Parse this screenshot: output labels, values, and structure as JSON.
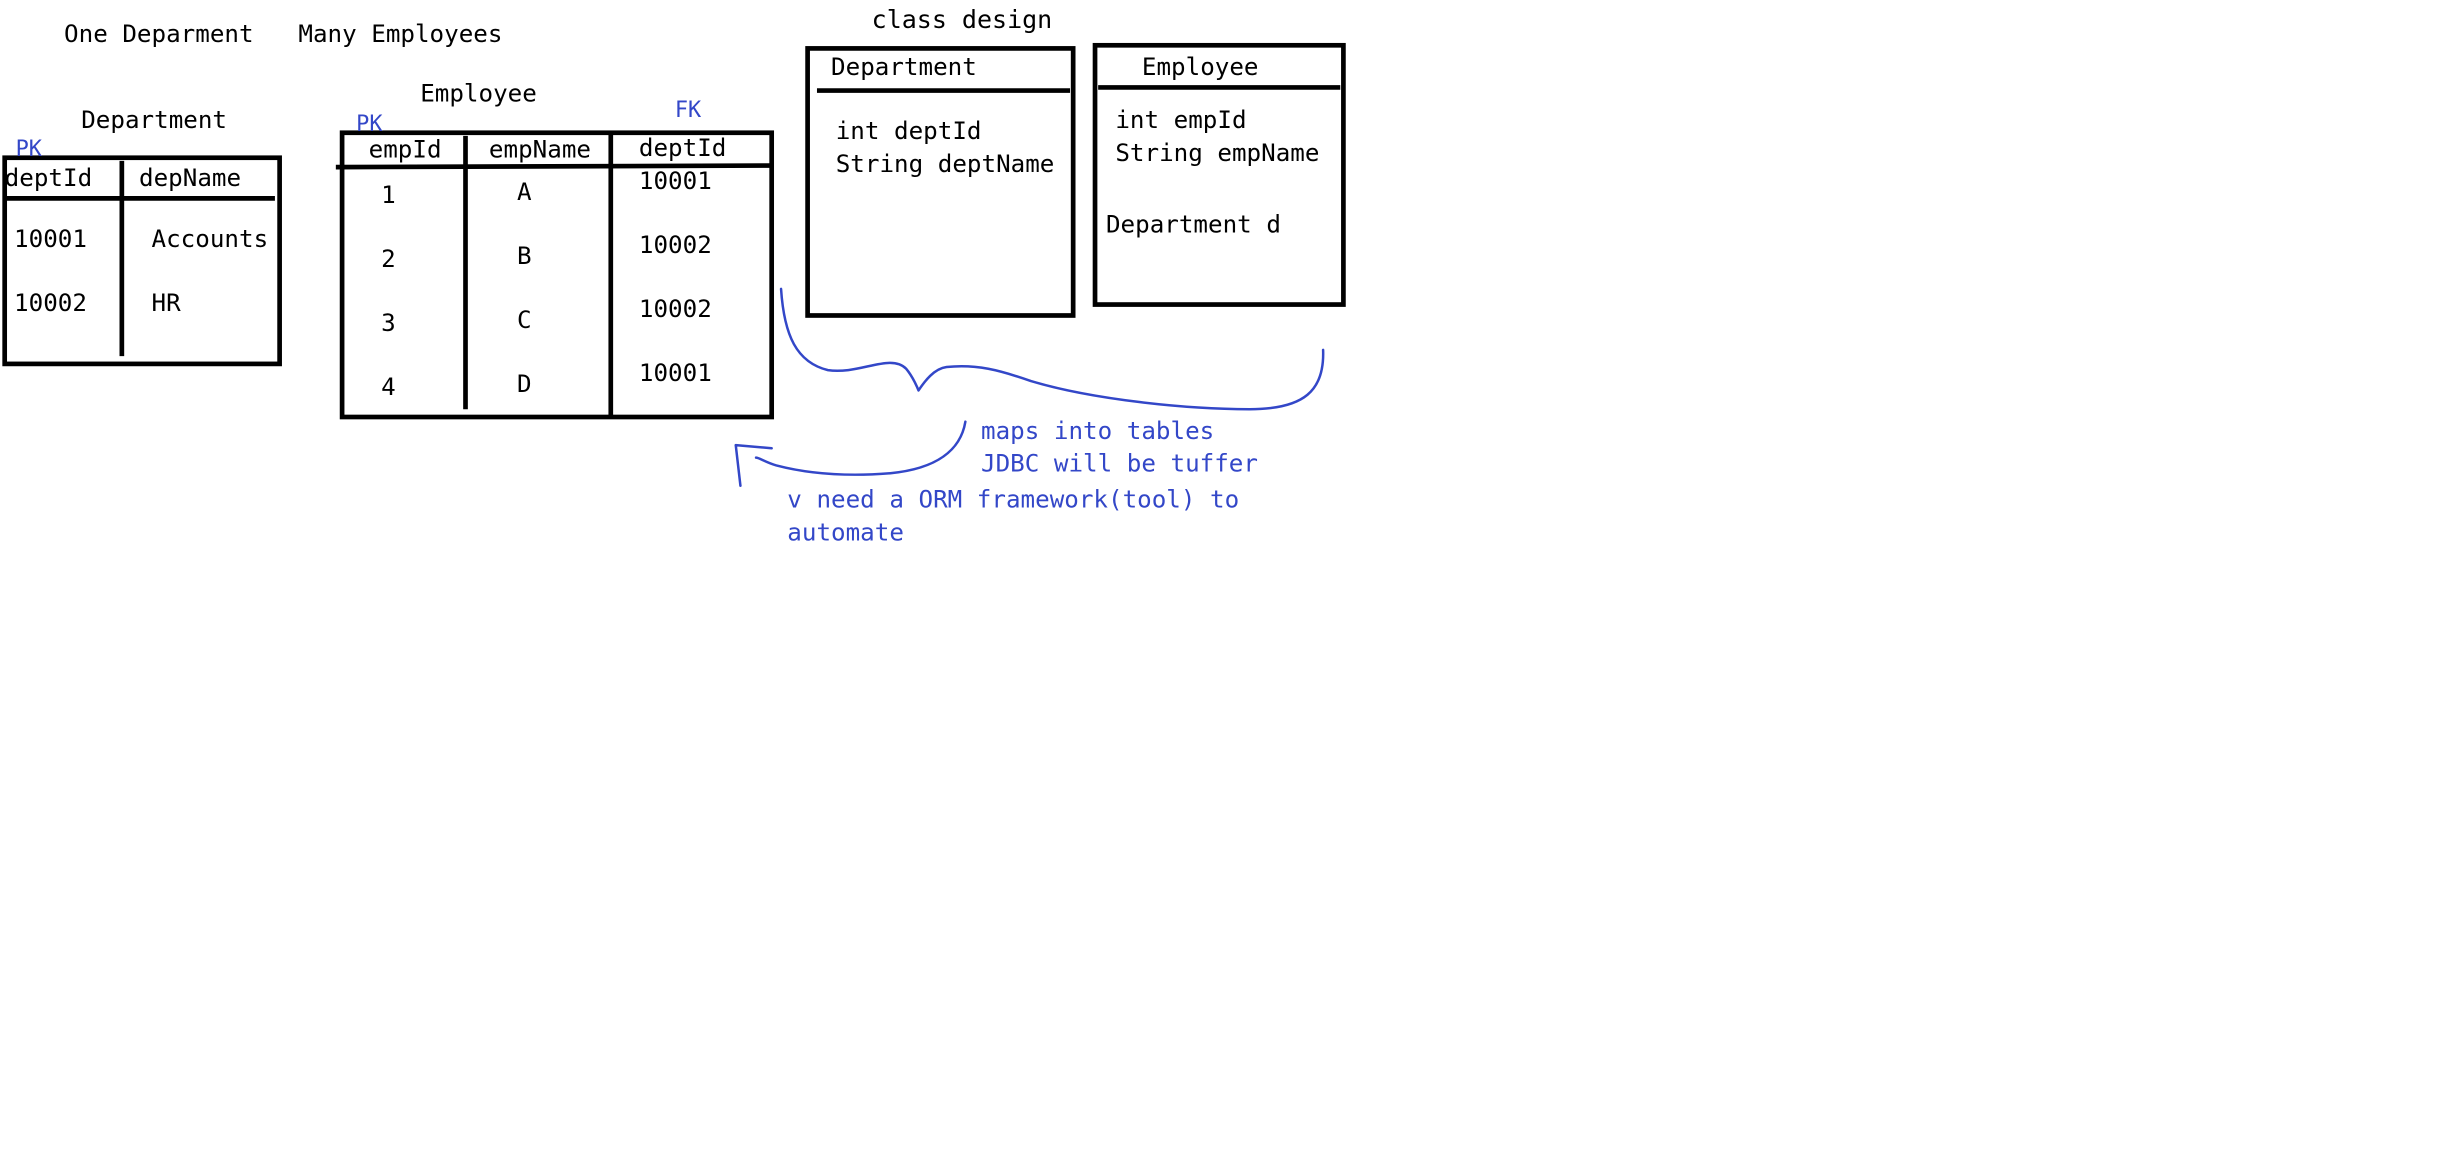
{
  "heading": {
    "one_department": "One Deparment",
    "many_employees": "Many Employees",
    "class_design": "class design"
  },
  "department_table": {
    "title": "Department",
    "pk_label": "PK",
    "columns": [
      "deptId",
      "depName"
    ],
    "rows": [
      [
        "10001",
        "Accounts"
      ],
      [
        "10002",
        "HR"
      ]
    ]
  },
  "employee_table": {
    "title": "Employee",
    "pk_label": "PK",
    "fk_label": "FK",
    "columns": [
      "empId",
      "empName",
      "deptId"
    ],
    "rows": [
      [
        "1",
        "A",
        "10001"
      ],
      [
        "2",
        "B",
        "10002"
      ],
      [
        "3",
        "C",
        "10002"
      ],
      [
        "4",
        "D",
        "10001"
      ]
    ]
  },
  "department_class": {
    "name": "Department",
    "fields": [
      "int deptId",
      "String deptName"
    ]
  },
  "employee_class": {
    "name": "Employee",
    "fields": [
      "int empId",
      "String empName",
      "Department d"
    ]
  },
  "notes": {
    "line1": "maps into tables",
    "line2": "JDBC will be tuffer",
    "line3": "v need a ORM framework(tool) to",
    "line4": "automate"
  },
  "colors": {
    "ink": "#000000",
    "annotation": "#3347c8",
    "background": "#ffffff"
  }
}
